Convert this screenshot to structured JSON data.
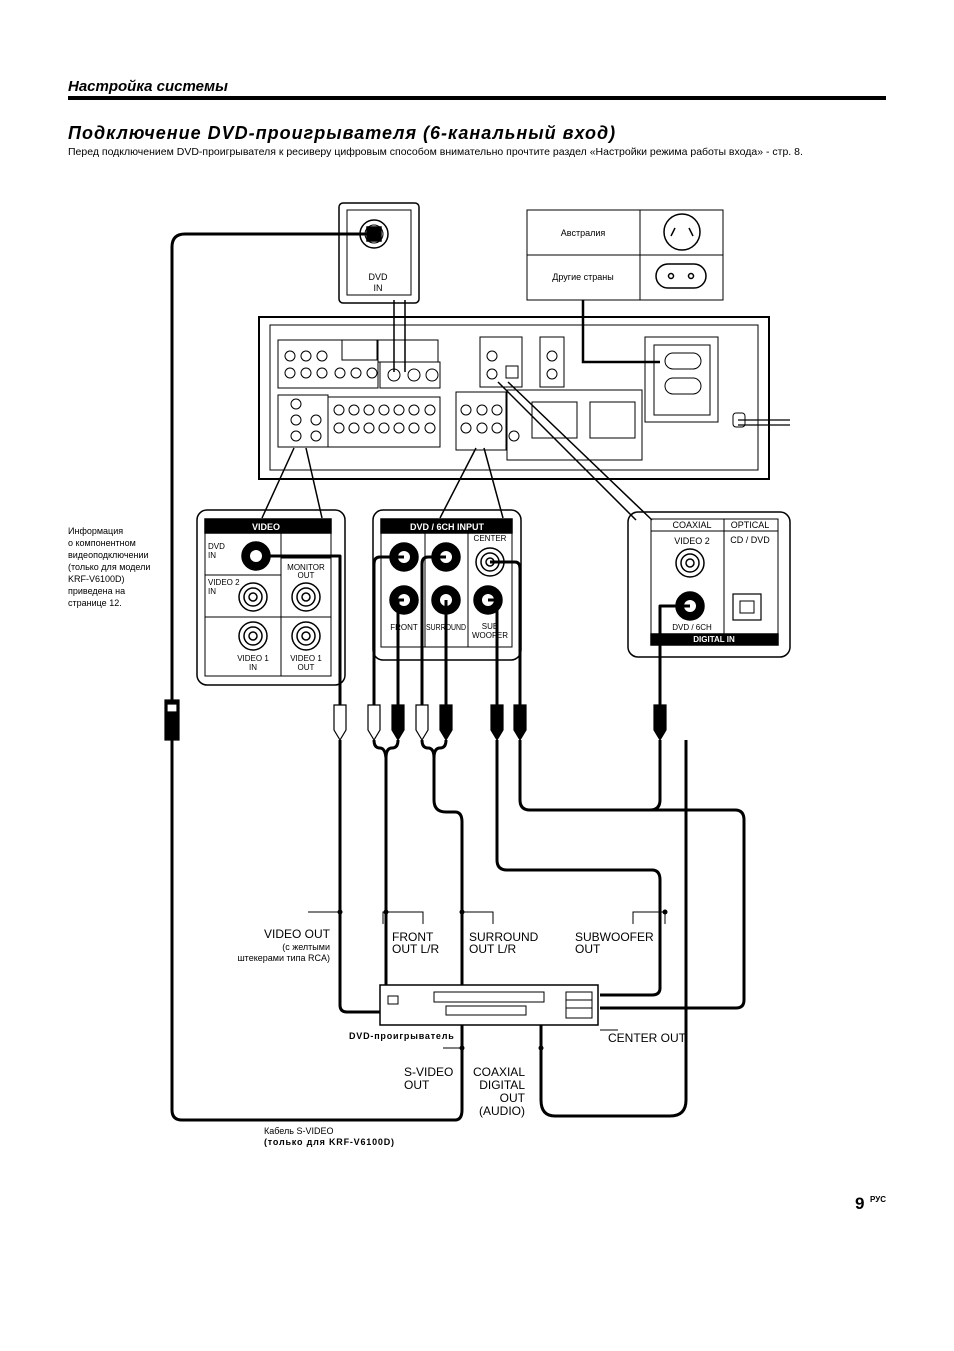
{
  "header": {
    "section": "Настройка системы",
    "title": "Подключение DVD-проигрывателя (6-канальный вход)",
    "intro": "Перед подключением DVD-проигрывателя к ресиверу цифровым способом внимательно прочтите раздел «Настройки режима работы входа»    - стр. 8."
  },
  "svideo_inset": {
    "label_line1": "DVD",
    "label_line2": "IN"
  },
  "plug_table": {
    "row1": "Австралия",
    "row2": "Другие страны"
  },
  "note": [
    "Информация",
    "о компонентном",
    "видеоподключении",
    "(только для модели",
    "KRF-V6100D)",
    "приведена на",
    "странице 12."
  ],
  "video_panel": {
    "header": "VIDEO",
    "dvd_in": [
      "DVD",
      "IN"
    ],
    "video2_in": [
      "VIDEO 2",
      "IN"
    ],
    "monitor_out": [
      "MONITOR",
      "OUT"
    ],
    "video1_in": [
      "VIDEO 1",
      "IN"
    ],
    "video1_out": [
      "VIDEO 1",
      "OUT"
    ]
  },
  "six_ch_panel": {
    "header": "DVD / 6CH INPUT",
    "center": "CENTER",
    "front": "FRONT",
    "surround": "SURROUND",
    "subwoofer": [
      "SUB",
      "WOOFER"
    ]
  },
  "digital_panel": {
    "coaxial": "COAXIAL",
    "optical": "OPTICAL",
    "video2": "VIDEO 2",
    "cd_dvd": "CD / DVD",
    "dvd_6ch": "DVD / 6CH",
    "footer": "DIGITAL IN"
  },
  "dvd_player": {
    "name": "DVD-проигрыватель",
    "video_out": "VIDEO OUT",
    "video_out_note": [
      "(с желтыми",
      "штекерами типа RCA)"
    ],
    "front_out": [
      "FRONT",
      "OUT L/R"
    ],
    "surround_out": [
      "SURROUND",
      "OUT L/R"
    ],
    "subwoofer_out": [
      "SUBWOOFER",
      "OUT"
    ],
    "center_out": "CENTER OUT",
    "svideo_out": [
      "S-VIDEO",
      "OUT"
    ],
    "coaxial_out": [
      "COAXIAL",
      "DIGITAL",
      "OUT",
      "(AUDIO)"
    ]
  },
  "cable_note": {
    "line1": "Кабель S-VIDEO",
    "line2": "(только для KRF-V6100D)"
  },
  "page": {
    "number": "9",
    "lang": "РУС"
  }
}
